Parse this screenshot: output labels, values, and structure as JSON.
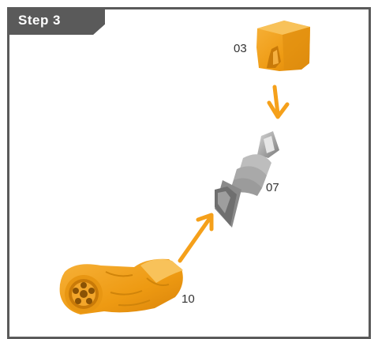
{
  "step": {
    "label": "Step 3"
  },
  "parts": [
    {
      "id": "03",
      "label": "03",
      "color": "#f0a020"
    },
    {
      "id": "07",
      "label": "07",
      "color": "#8a8a8a"
    },
    {
      "id": "10",
      "label": "10",
      "color": "#f0a020"
    }
  ],
  "arrows": {
    "color": "#f5a01a"
  }
}
